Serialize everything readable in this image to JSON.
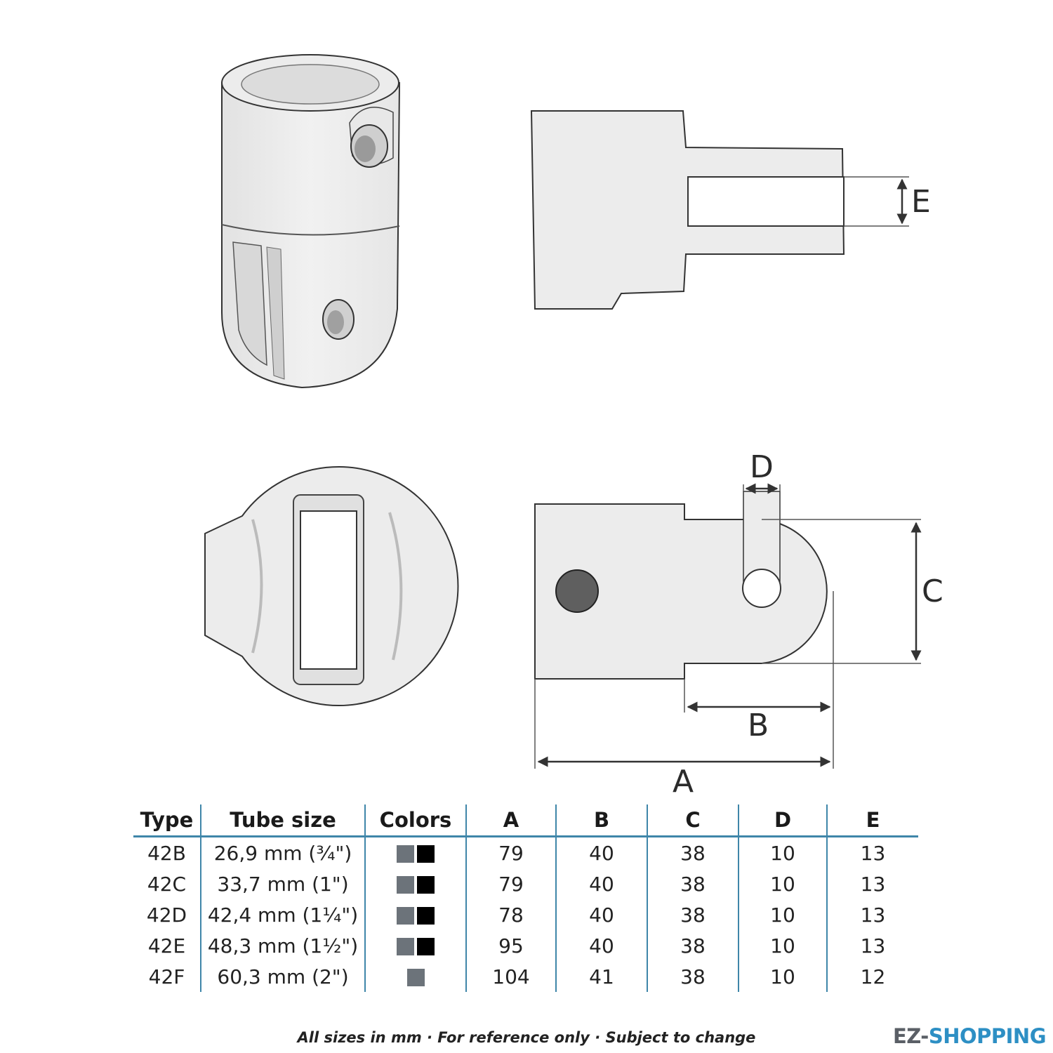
{
  "drawings": {
    "perspective_view": "perspective-view",
    "side_view": "side-view",
    "top_view": "top-view",
    "front_view": "front-view"
  },
  "dimension_labels": {
    "a": "A",
    "b": "B",
    "c": "C",
    "d": "D",
    "e": "E"
  },
  "table": {
    "headers": [
      "Type",
      "Tube size",
      "Colors",
      "A",
      "B",
      "C",
      "D",
      "E"
    ],
    "rows": [
      {
        "type": "42B",
        "tube": "26,9 mm (¾\")",
        "colors": [
          "gray",
          "black"
        ],
        "a": "79",
        "b": "40",
        "c": "38",
        "d": "10",
        "e": "13"
      },
      {
        "type": "42C",
        "tube": "33,7 mm (1\")",
        "colors": [
          "gray",
          "black"
        ],
        "a": "79",
        "b": "40",
        "c": "38",
        "d": "10",
        "e": "13"
      },
      {
        "type": "42D",
        "tube": "42,4 mm (1¼\")",
        "colors": [
          "gray",
          "black"
        ],
        "a": "78",
        "b": "40",
        "c": "38",
        "d": "10",
        "e": "13"
      },
      {
        "type": "42E",
        "tube": "48,3 mm (1½\")",
        "colors": [
          "gray",
          "black"
        ],
        "a": "95",
        "b": "40",
        "c": "38",
        "d": "10",
        "e": "13"
      },
      {
        "type": "42F",
        "tube": "60,3 mm (2\")",
        "colors": [
          "gray"
        ],
        "a": "104",
        "b": "41",
        "c": "38",
        "d": "10",
        "e": "12"
      }
    ]
  },
  "color_values": {
    "gray": "#6c737a",
    "black": "#000000"
  },
  "footer": "All sizes in mm · For reference only · Subject to change",
  "logo": {
    "part1": "EZ-",
    "part2": "SHOPPING",
    "color1": "#5a5f66",
    "color2": "#2d8fc4"
  },
  "line_color": "#3f86a9"
}
